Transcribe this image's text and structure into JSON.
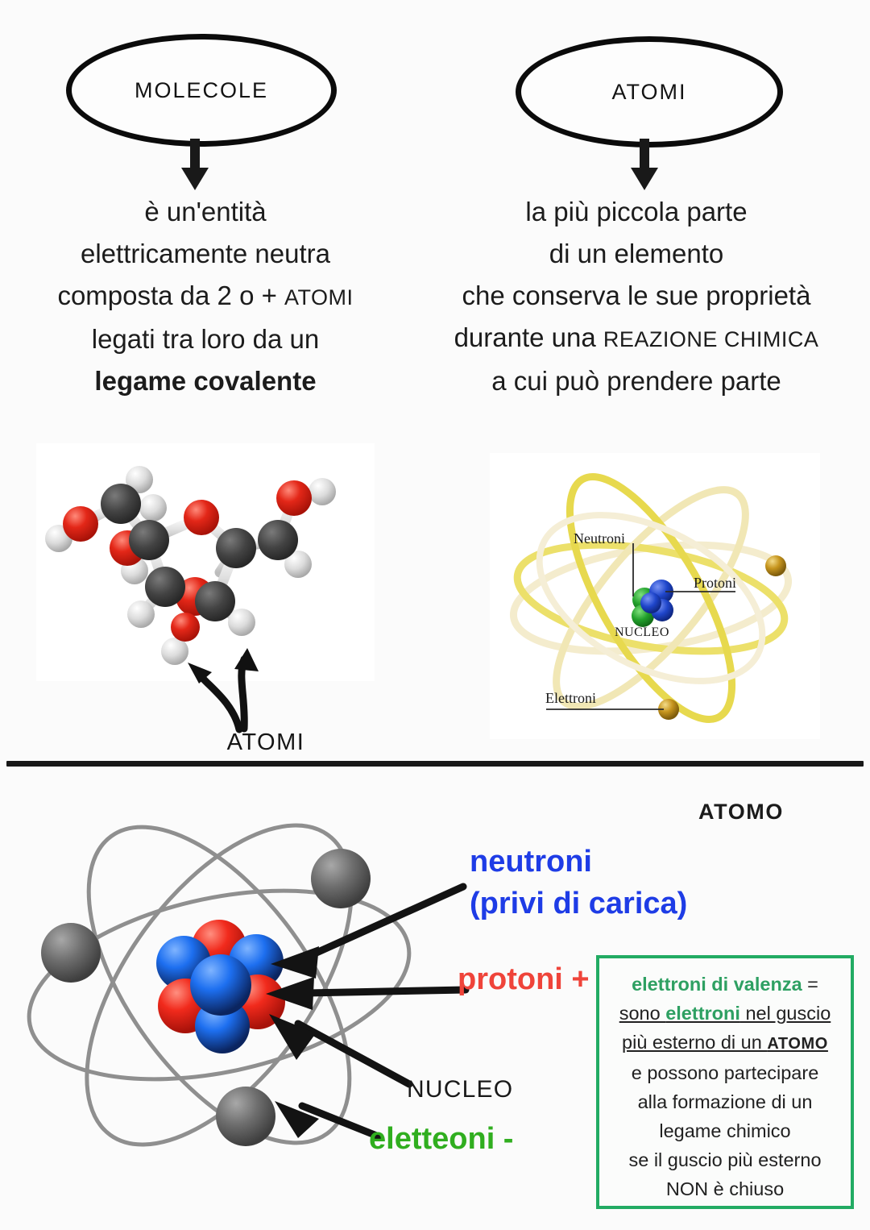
{
  "top": {
    "oval_left_label": "MOLECOLE",
    "oval_right_label": "ATOMI",
    "molecole_definition": {
      "line1": "è un'entità",
      "line2": "elettricamente neutra",
      "line3_a": "composta da 2 o + ",
      "line3_smallcaps": "ATOMI",
      "line4": "legati tra loro da un",
      "line5_bold": "legame covalente"
    },
    "atomi_definition": {
      "line1": "la più piccola parte",
      "line2": "di un elemento",
      "line3": "che conserva le sue proprietà",
      "line4_a": "durante una ",
      "line4_smallcaps": "REAZIONE CHIMICA",
      "line5": "a cui può prendere parte"
    },
    "atomi_caption": "ATOMI"
  },
  "molecule_image": {
    "alt": "ball-and-stick molecular model",
    "atom_colors": {
      "carbon": "#3c3c3c",
      "oxygen": "#e02020",
      "hydrogen": "#d8d8d8",
      "bond": "#dcdcdc"
    }
  },
  "atom_image": {
    "alt": "classic atom model with orbits",
    "labels": {
      "neutroni": "Neutroni",
      "protoni": "Protoni",
      "nucleo": "NUCLEO",
      "elettroni": "Elettroni"
    },
    "colors": {
      "orbit": "#e8d84a",
      "orbit_faded": "#f3ead0",
      "neutron": "#1f9b2a",
      "proton": "#1b44c8",
      "electron": "#c9981f"
    }
  },
  "bottom": {
    "title": "ATOMO",
    "neutroni_line1": "neutroni",
    "neutroni_line2": "(privi di carica)",
    "protoni": "protoni +",
    "nucleo": "NUCLEO",
    "elettroni": "eletteoni -",
    "valenza_box": {
      "l1_green": "elettroni di valenza",
      "l1_eq": " =",
      "l2_a": "sono ",
      "l2_green_underline": "elettroni",
      "l2_b": " nel guscio ",
      "l3_a": "più esterno di un ",
      "l3_smallcaps": "ATOMO",
      "l4": "e possono partecipare",
      "l5": "alla formazione di un",
      "l6": "legame chimico",
      "l7": "se il guscio più esterno",
      "l8": "NON è chiuso"
    },
    "atom_colors": {
      "electron_sphere": "#6a6a6a",
      "orbit": "#8d8d8d",
      "proton_sphere": "#ef2020",
      "neutron_sphere": "#1b6ef0"
    }
  },
  "theme": {
    "background": "#fbfbfb",
    "ink": "#1a1a1a",
    "blue": "#1e3ce6",
    "red": "#ef443a",
    "green_label": "#30ae1f",
    "green_box": "#22ab63",
    "green_text": "#2ea062"
  }
}
